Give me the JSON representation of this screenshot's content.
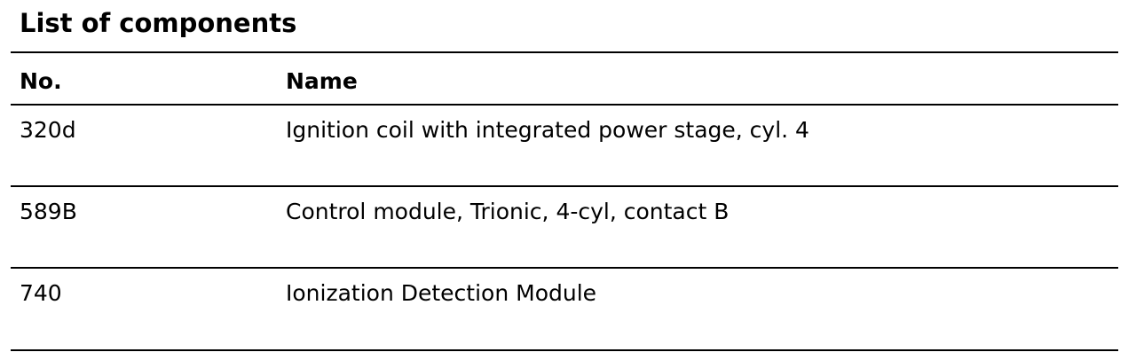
{
  "title": "List of components",
  "table": {
    "headers": {
      "no": "No.",
      "name": "Name"
    },
    "rows": [
      {
        "no": "320d",
        "name": "Ignition coil with integrated power stage, cyl. 4"
      },
      {
        "no": "589B",
        "name": "Control module, Trionic, 4-cyl, contact B"
      },
      {
        "no": "740",
        "name": "Ionization Detection Module"
      }
    ]
  }
}
